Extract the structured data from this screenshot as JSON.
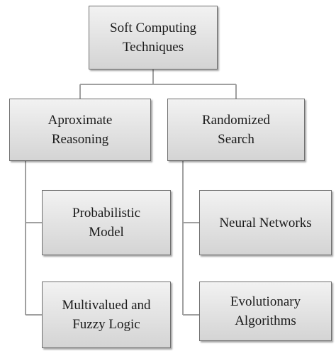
{
  "nodes": {
    "root": {
      "label": "Soft Computing\nTechniques"
    },
    "approximate_reasoning": {
      "label": "Aproximate\nReasoning"
    },
    "randomized_search": {
      "label": "Randomized\nSearch"
    },
    "probabilistic_model": {
      "label": "Probabilistic\nModel"
    },
    "multivalued_fuzzy_logic": {
      "label": "Multivalued and\nFuzzy Logic"
    },
    "neural_networks": {
      "label": "Neural Networks"
    },
    "evolutionary_algorithms": {
      "label": "Evolutionary\nAlgorithms"
    }
  },
  "colors": {
    "connector": "#a0a0a0",
    "box_border": "#6f6f6f"
  }
}
